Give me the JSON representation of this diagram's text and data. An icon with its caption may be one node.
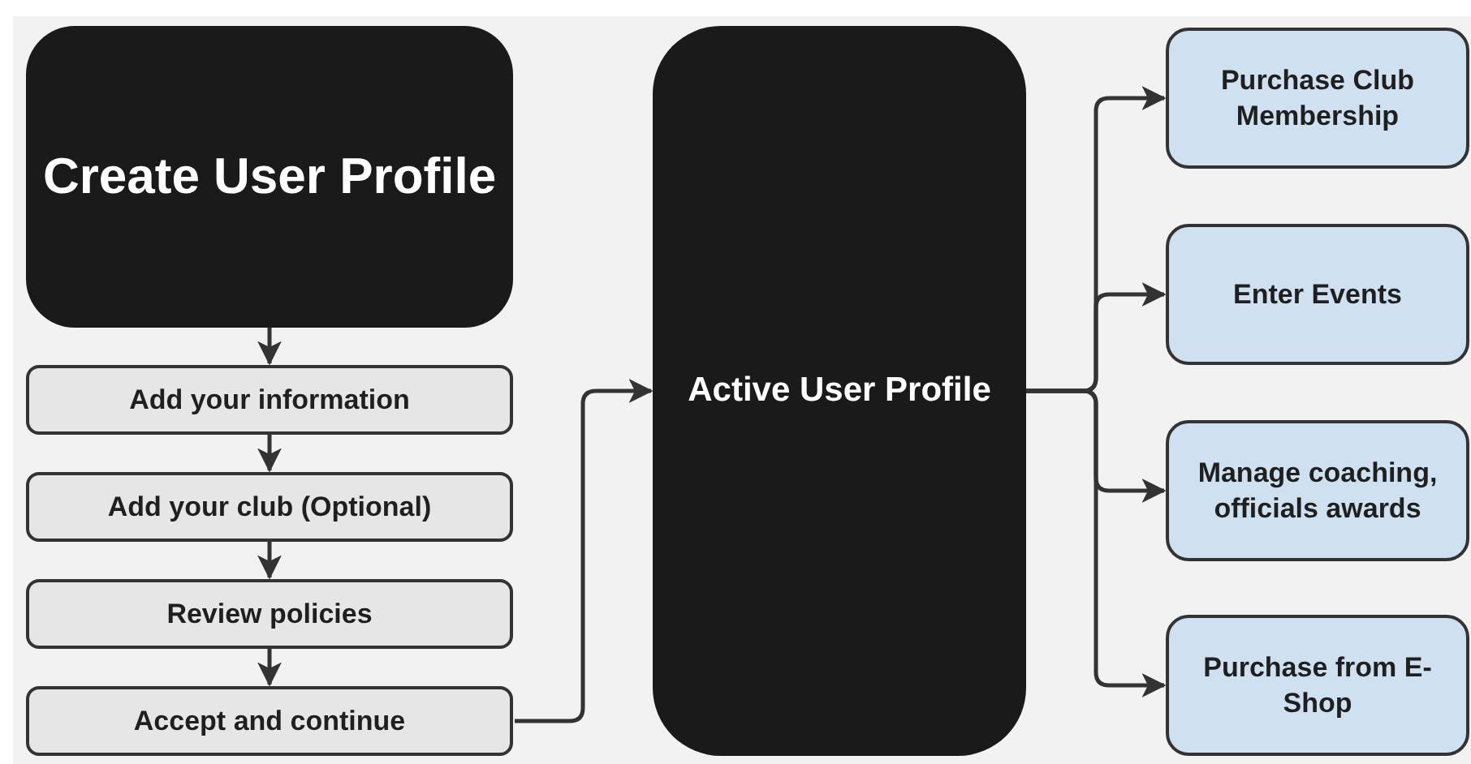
{
  "diagram": {
    "nodes": [
      {
        "text": [
          "Create User Profile"
        ]
      },
      {
        "text": [
          "Add your information"
        ]
      },
      {
        "text": [
          "Add your club (Optional)"
        ]
      },
      {
        "text": [
          "Review policies"
        ]
      },
      {
        "text": [
          "Accept and continue"
        ]
      },
      {
        "text": [
          "Active User Profile"
        ]
      },
      {
        "text": [
          "Purchase Club Membership"
        ]
      },
      {
        "text": [
          "Enter Events"
        ]
      },
      {
        "text": [
          "Manage coaching, officials awards"
        ]
      },
      {
        "text": [
          "Purchase from E-Shop"
        ]
      }
    ],
    "edges": [
      {
        "from": 0,
        "to": 1,
        "arrow": "to"
      },
      {
        "from": 1,
        "to": 2,
        "arrow": "to"
      },
      {
        "from": 2,
        "to": 3,
        "arrow": "to"
      },
      {
        "from": 3,
        "to": 4,
        "arrow": "to"
      },
      {
        "from": 4,
        "to": 5,
        "arrow": "to"
      },
      {
        "from": 5,
        "to": 6,
        "arrow": "to"
      },
      {
        "from": 5,
        "to": 7,
        "arrow": "to"
      },
      {
        "from": 5,
        "to": 8,
        "arrow": "to"
      },
      {
        "from": 5,
        "to": 9,
        "arrow": "to"
      }
    ]
  }
}
